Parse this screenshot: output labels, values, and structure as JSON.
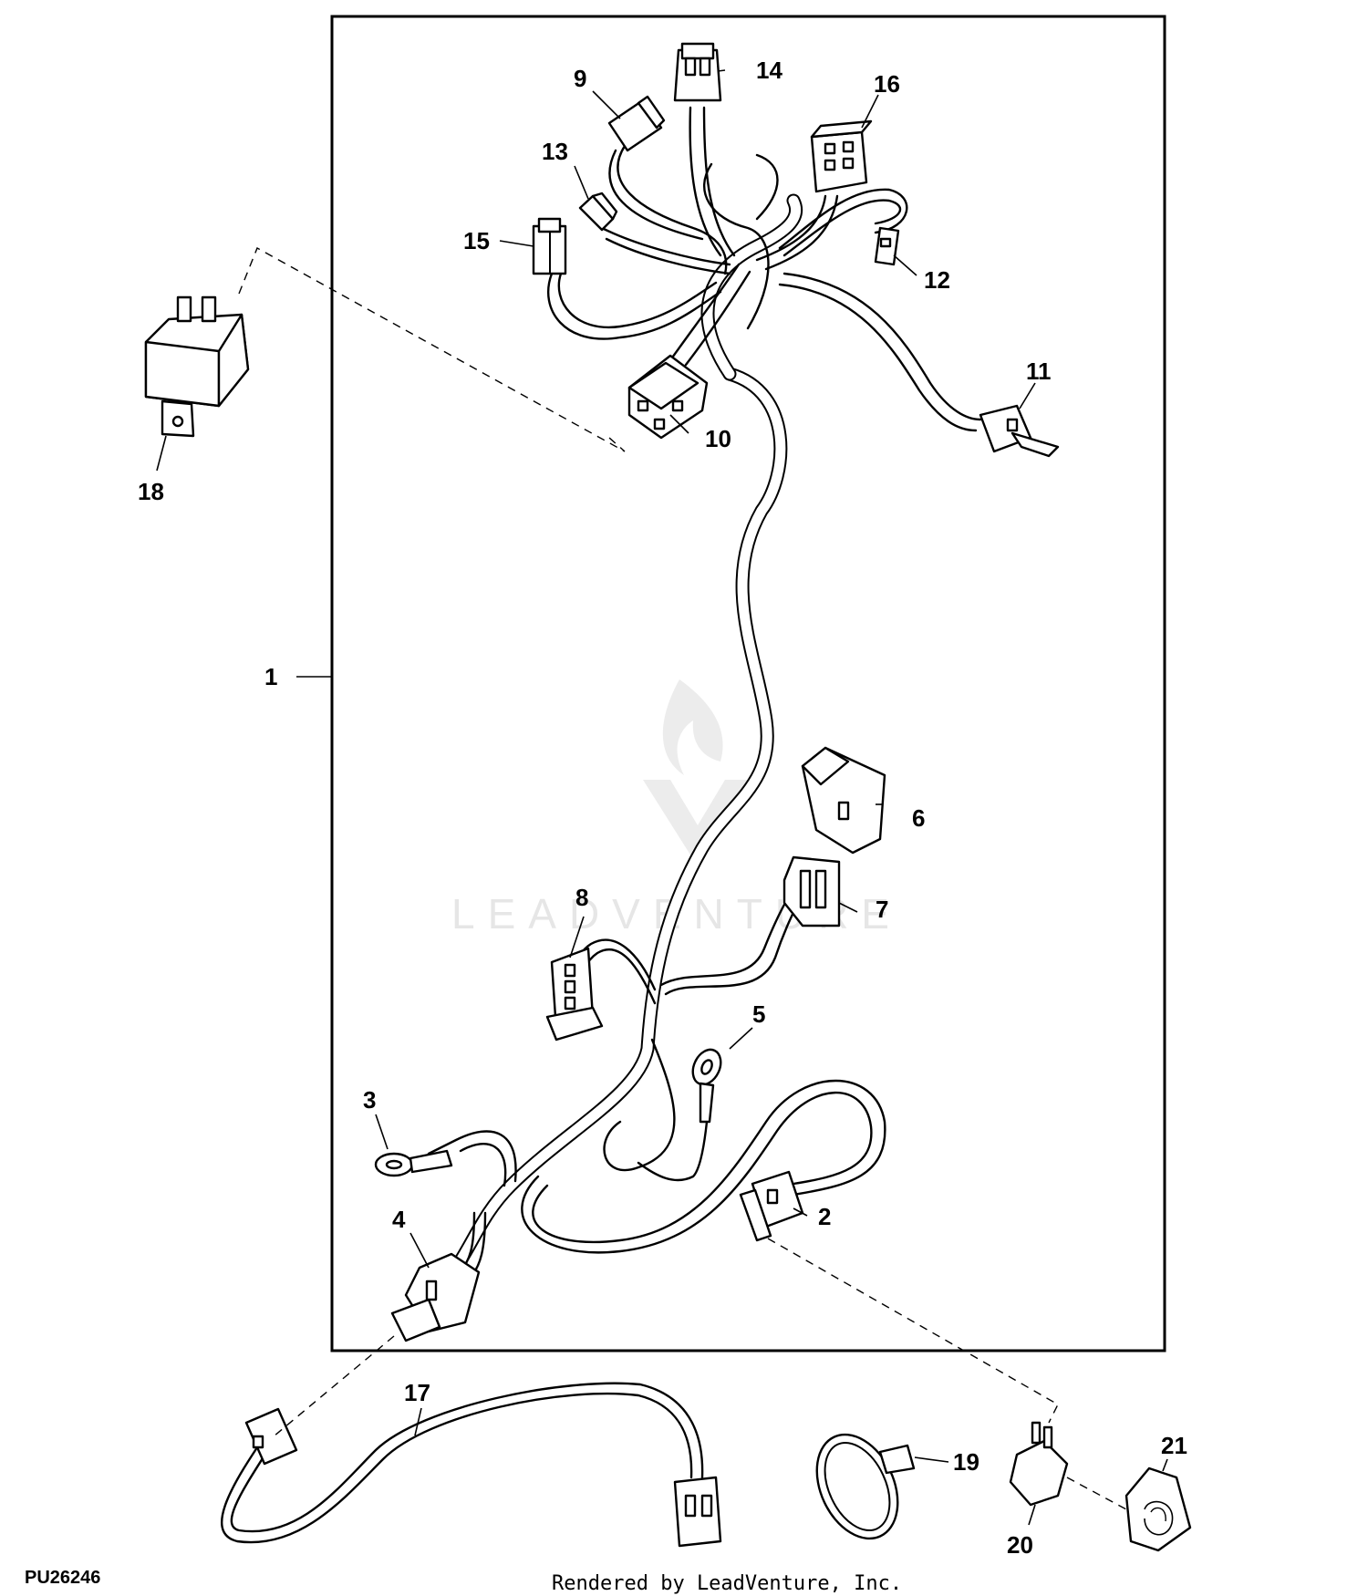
{
  "figure_code": "PU26246",
  "footer_text": "Rendered by LeadVenture, Inc.",
  "watermark_text": "LEADVENTURE",
  "callouts": [
    "1",
    "2",
    "3",
    "4",
    "5",
    "6",
    "7",
    "8",
    "9",
    "10",
    "11",
    "12",
    "13",
    "14",
    "15",
    "16",
    "17",
    "18",
    "19",
    "20",
    "21"
  ]
}
